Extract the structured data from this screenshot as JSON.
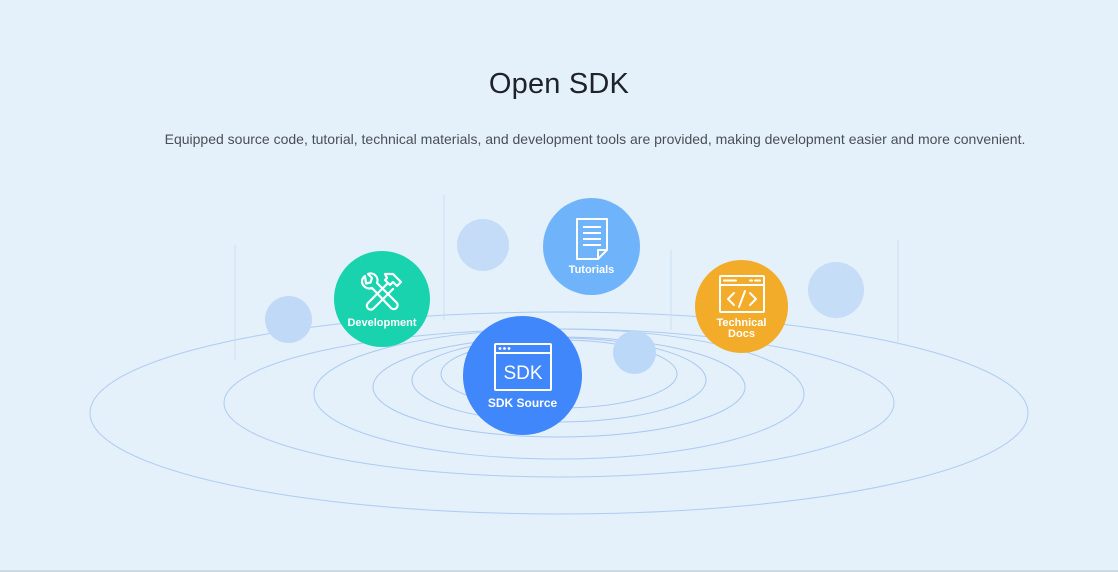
{
  "header": {
    "title": "Open SDK",
    "description": "Equipped source code, tutorial, technical materials, and development tools are provided, making development easier and more convenient."
  },
  "nodes": {
    "tutorials": {
      "label": "Tutorials",
      "icon": "document-icon",
      "color": "#6fb4fb"
    },
    "development": {
      "label": "Development",
      "icon": "tools-icon",
      "color": "#19d3ae"
    },
    "technical_docs": {
      "label": "Technical Docs",
      "icon": "code-window-icon",
      "color": "#f2ac2a"
    },
    "sdk_source": {
      "label": "SDK Source",
      "icon": "sdk-window-icon",
      "icon_text": "SDK",
      "color": "#3f87fb"
    }
  },
  "colors": {
    "background": "#e4f0fa",
    "ring": "#a9c8f2",
    "bubble": "#c3dcf8"
  }
}
